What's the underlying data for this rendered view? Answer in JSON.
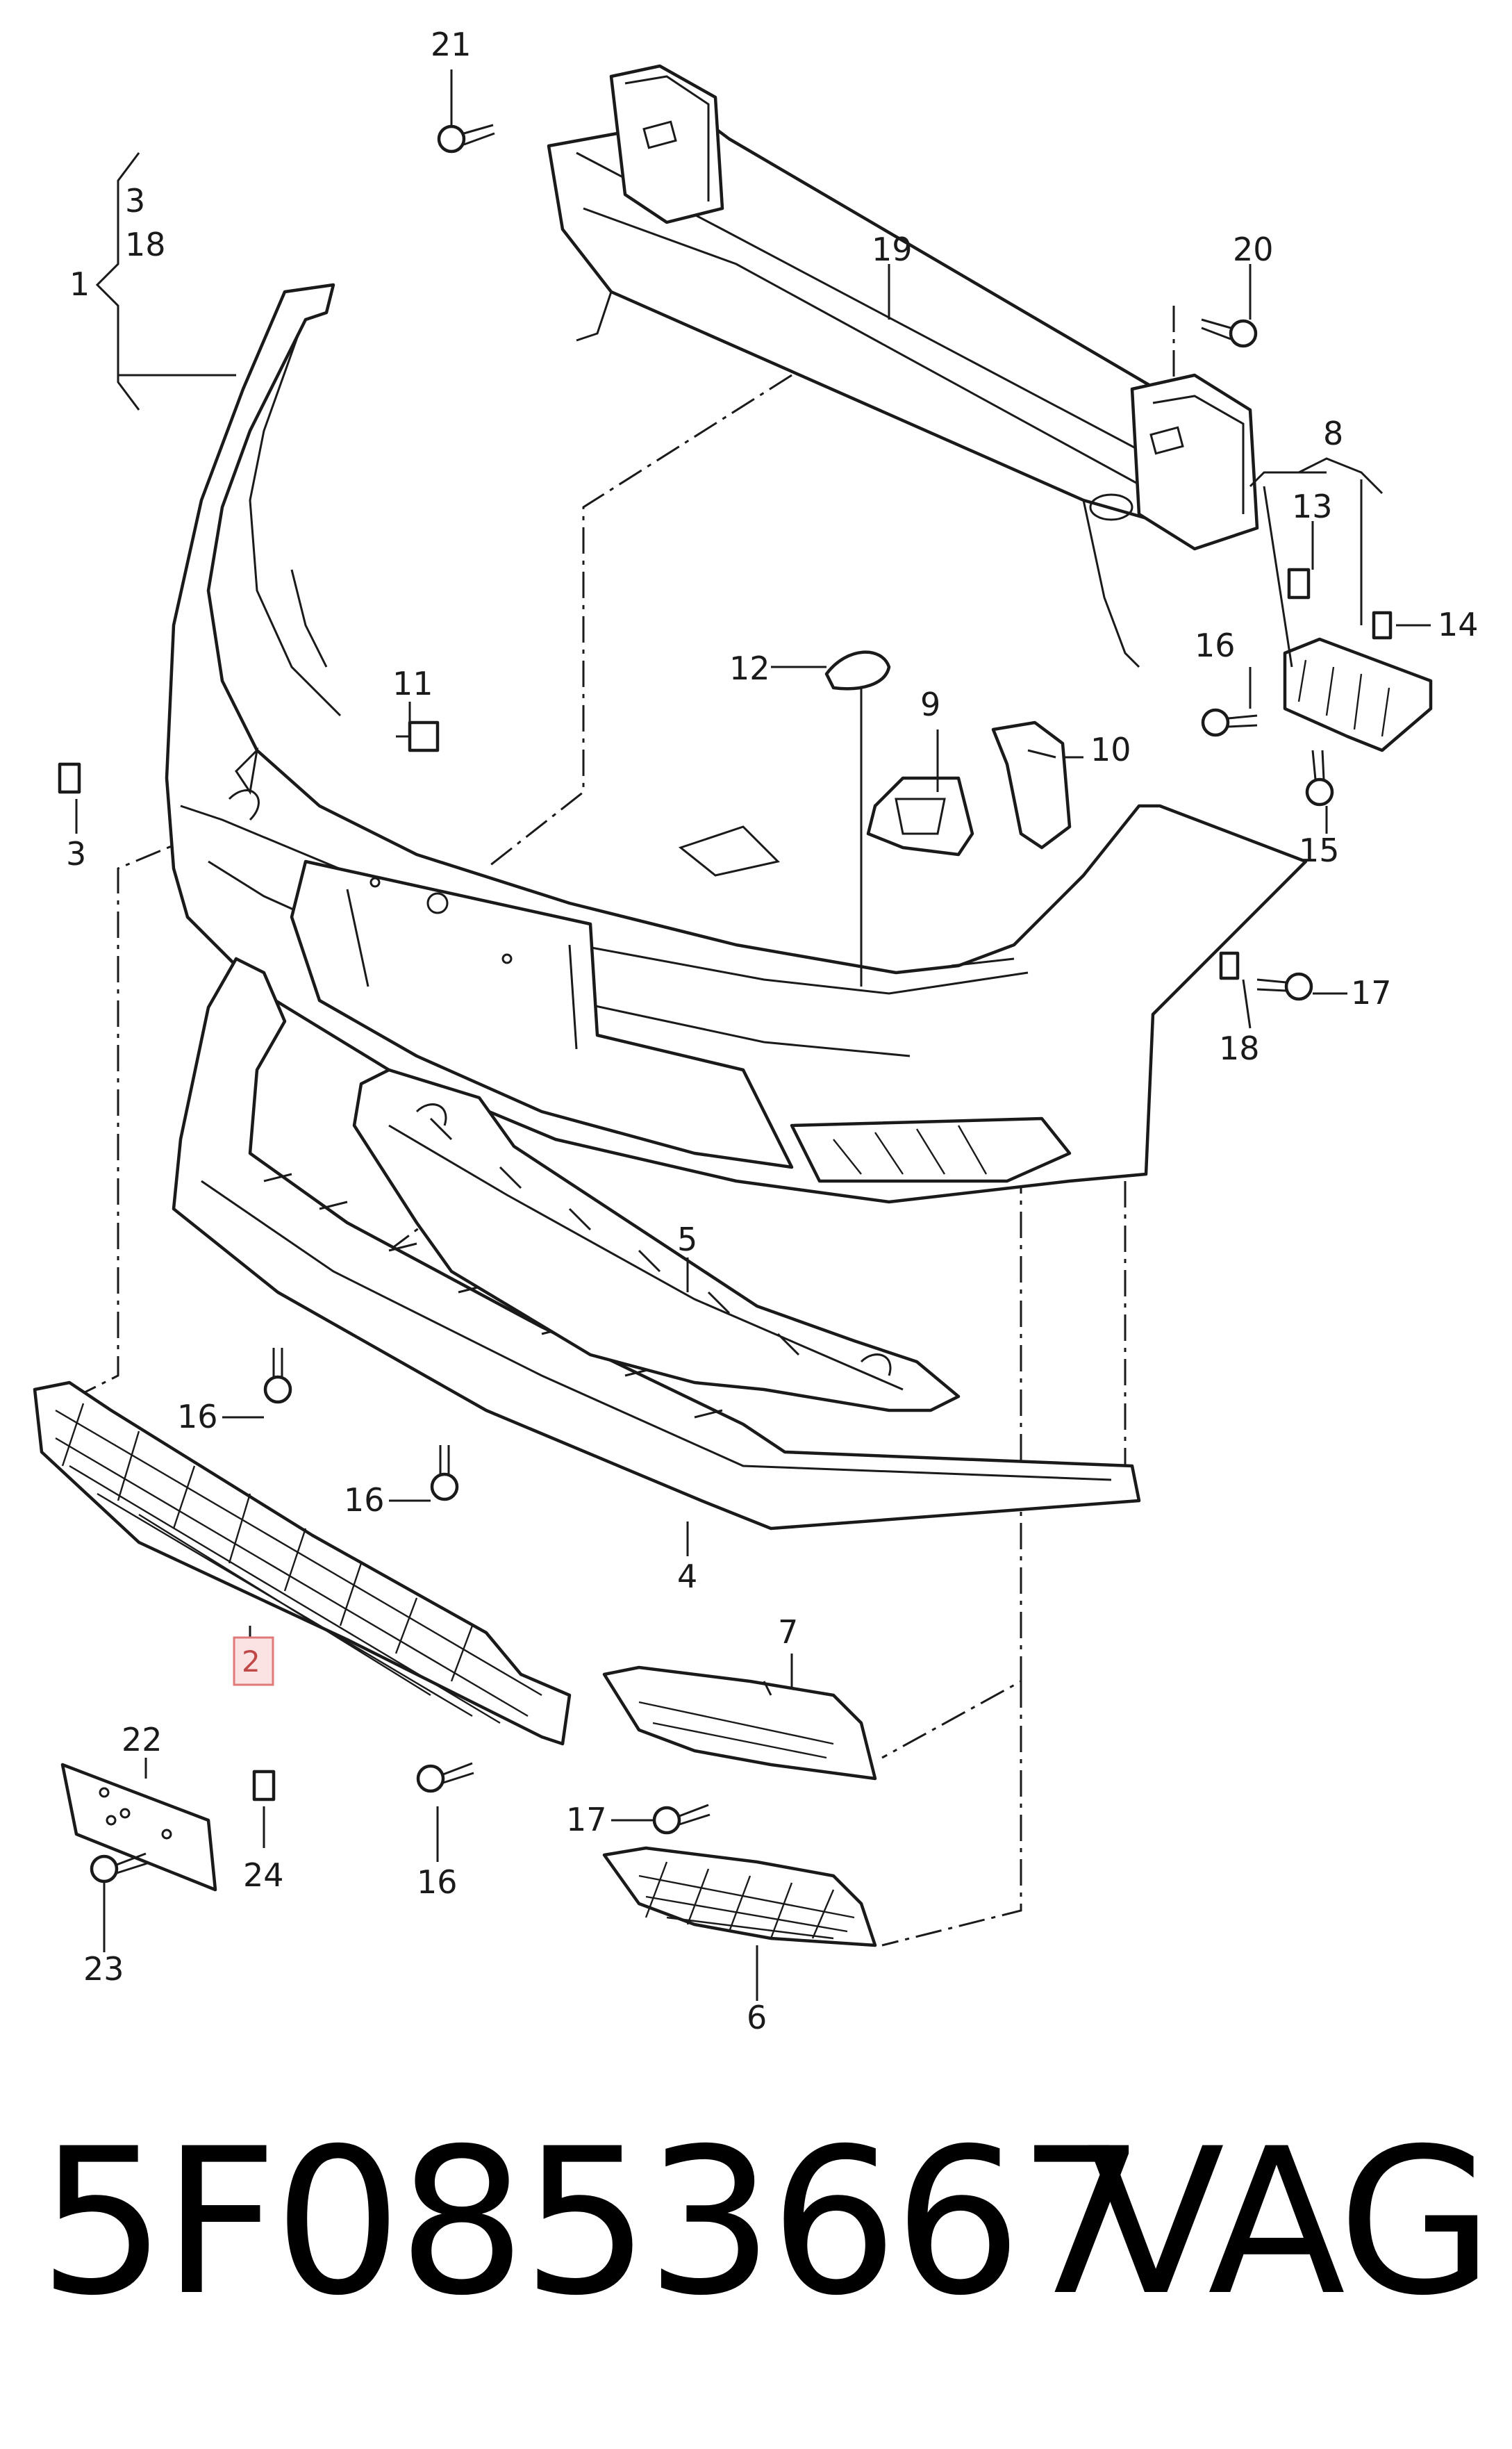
{
  "diagram": {
    "callouts": [
      {
        "id": "1",
        "text": "1"
      },
      {
        "id": "2",
        "text": "2"
      },
      {
        "id": "3a",
        "text": "3"
      },
      {
        "id": "3b",
        "text": "3"
      },
      {
        "id": "4",
        "text": "4"
      },
      {
        "id": "5",
        "text": "5"
      },
      {
        "id": "6",
        "text": "6"
      },
      {
        "id": "7",
        "text": "7"
      },
      {
        "id": "8",
        "text": "8"
      },
      {
        "id": "9",
        "text": "9"
      },
      {
        "id": "10",
        "text": "10"
      },
      {
        "id": "11",
        "text": "11"
      },
      {
        "id": "12",
        "text": "12"
      },
      {
        "id": "13",
        "text": "13"
      },
      {
        "id": "14",
        "text": "14"
      },
      {
        "id": "15",
        "text": "15"
      },
      {
        "id": "16a",
        "text": "16"
      },
      {
        "id": "16b",
        "text": "16"
      },
      {
        "id": "16c",
        "text": "16"
      },
      {
        "id": "16d",
        "text": "16"
      },
      {
        "id": "17a",
        "text": "17"
      },
      {
        "id": "17b",
        "text": "17"
      },
      {
        "id": "18a",
        "text": "18"
      },
      {
        "id": "18b",
        "text": "18"
      },
      {
        "id": "19",
        "text": "19"
      },
      {
        "id": "20",
        "text": "20"
      },
      {
        "id": "21",
        "text": "21"
      },
      {
        "id": "22",
        "text": "22"
      },
      {
        "id": "23",
        "text": "23"
      },
      {
        "id": "24",
        "text": "24"
      }
    ],
    "highlighted_callout": "2",
    "colors": {
      "line": "#1a1a1a",
      "highlight_fill": "#fbe3e3",
      "highlight_stroke": "#e07a7a",
      "highlight_text": "#c04848"
    }
  },
  "footer": {
    "part_number": "5F0853667",
    "brand": "VAG"
  }
}
